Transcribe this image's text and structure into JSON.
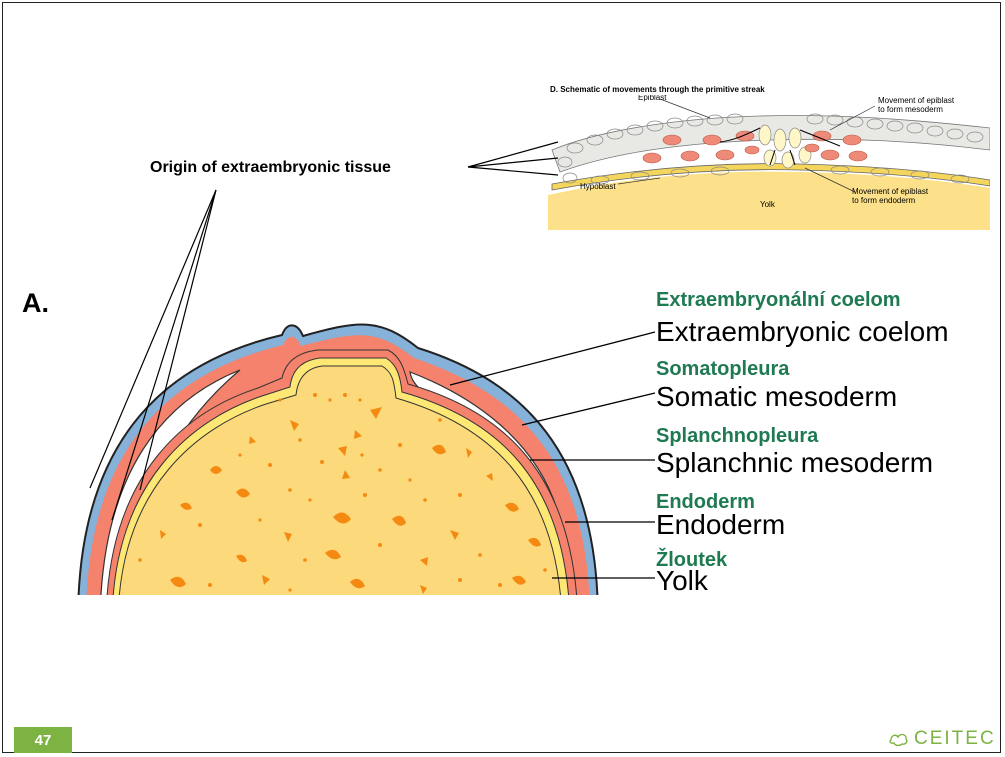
{
  "page_number": "47",
  "logo_text": "CEITEC",
  "panel_label": "A.",
  "origin_label": "Origin of extraembryonic tissue",
  "inset": {
    "title": "D. Schematic of movements through the primitive streak",
    "epiblast": "Epiblast",
    "hypoblast": "Hypoblast",
    "yolk": "Yolk",
    "movement_mesoderm_1": "Movement of epiblast",
    "movement_mesoderm_2": "to form mesoderm",
    "movement_endoderm_1": "Movement of epiblast",
    "movement_endoderm_2": "to form endoderm"
  },
  "labels": [
    {
      "cz": "Extraembryonální coelom",
      "en": "Extraembryonic coelom"
    },
    {
      "cz": "Somatopleura",
      "en": "Somatic mesoderm"
    },
    {
      "cz": "Splanchnopleura",
      "en": "Splanchnic mesoderm"
    },
    {
      "cz": "Endoderm",
      "en": "Endoderm"
    },
    {
      "cz": "Žloutek",
      "en": "Yolk"
    }
  ],
  "colors": {
    "yolk": "#fcd97a",
    "yolk_granules": "#f58a12",
    "mesoderm": "#f4826c",
    "ectoderm": "#86b1d8",
    "endoderm": "#fde875",
    "czech_label": "#1f7a52",
    "badge": "#7cb342"
  }
}
